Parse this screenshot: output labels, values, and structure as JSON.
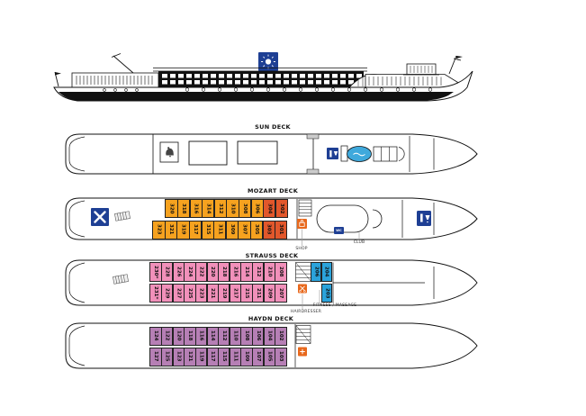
{
  "colors": {
    "standard": "#F6A21F",
    "deluxe": "#E2572B",
    "strauss_pink": "#F190BA",
    "suite_blue": "#2BA3DB",
    "haydn_purple": "#B67FB5",
    "icon_navy": "#1E3F94",
    "icon_orange": "#E8681C",
    "pool_blue": "#3FA9DC"
  },
  "decks": {
    "sun": {
      "label": "SUN DECK"
    },
    "mozart": {
      "label": "MOZART DECK",
      "shop_label": "SHOP",
      "club_label": "CLUB",
      "wc_label": "WC",
      "rows": [
        {
          "cabins": [
            {
              "n": "320",
              "c": "standard"
            },
            {
              "n": "318",
              "c": "standard"
            },
            {
              "n": "316",
              "c": "standard"
            },
            {
              "n": "314",
              "c": "standard"
            },
            {
              "n": "312",
              "c": "standard"
            },
            {
              "n": "310",
              "c": "standard"
            },
            {
              "n": "308",
              "c": "standard"
            },
            {
              "n": "306",
              "c": "standard"
            },
            {
              "n": "304",
              "c": "deluxe"
            },
            {
              "n": "302",
              "c": "deluxe"
            }
          ]
        },
        {
          "cabins": [
            {
              "n": "323",
              "c": "standard"
            },
            {
              "n": "321",
              "c": "standard"
            },
            {
              "n": "319",
              "c": "standard"
            },
            {
              "n": "317",
              "c": "standard"
            },
            {
              "n": "315",
              "c": "standard"
            },
            {
              "n": "311",
              "c": "standard"
            },
            {
              "n": "309",
              "c": "standard"
            },
            {
              "n": "307",
              "c": "standard"
            },
            {
              "n": "305",
              "c": "standard"
            },
            {
              "n": "303",
              "c": "deluxe"
            },
            {
              "n": "301",
              "c": "deluxe"
            }
          ]
        }
      ]
    },
    "strauss": {
      "label": "STRAUSS DECK",
      "hairdresser_label": "HAIRDRESSER",
      "fitness_label": "FITNESS / MASSAGE",
      "rows": [
        {
          "cabins": [
            {
              "n": "230*",
              "c": "strauss_pink"
            },
            {
              "n": "228",
              "c": "strauss_pink"
            },
            {
              "n": "226",
              "c": "strauss_pink"
            },
            {
              "n": "224",
              "c": "strauss_pink"
            },
            {
              "n": "222",
              "c": "strauss_pink"
            },
            {
              "n": "220",
              "c": "strauss_pink"
            },
            {
              "n": "218",
              "c": "strauss_pink"
            },
            {
              "n": "216",
              "c": "strauss_pink"
            },
            {
              "n": "214",
              "c": "strauss_pink"
            },
            {
              "n": "212",
              "c": "strauss_pink"
            },
            {
              "n": "210",
              "c": "strauss_pink"
            },
            {
              "n": "208",
              "c": "strauss_pink"
            }
          ]
        },
        {
          "cabins": [
            {
              "n": "231*",
              "c": "strauss_pink"
            },
            {
              "n": "229",
              "c": "strauss_pink"
            },
            {
              "n": "227",
              "c": "strauss_pink"
            },
            {
              "n": "225",
              "c": "strauss_pink"
            },
            {
              "n": "223",
              "c": "strauss_pink"
            },
            {
              "n": "221",
              "c": "strauss_pink"
            },
            {
              "n": "219",
              "c": "strauss_pink"
            },
            {
              "n": "217",
              "c": "strauss_pink"
            },
            {
              "n": "215",
              "c": "strauss_pink"
            },
            {
              "n": "211",
              "c": "strauss_pink"
            },
            {
              "n": "209",
              "c": "strauss_pink"
            },
            {
              "n": "207",
              "c": "strauss_pink"
            }
          ]
        }
      ],
      "blue_top": [
        {
          "n": "206",
          "c": "suite_blue"
        },
        {
          "n": "204",
          "c": "suite_blue"
        }
      ],
      "blue_bottom": [
        {
          "n": "203",
          "c": "suite_blue"
        }
      ]
    },
    "haydn": {
      "label": "HAYDN DECK",
      "rows": [
        {
          "cabins": [
            {
              "n": "124",
              "c": "haydn_purple"
            },
            {
              "n": "122",
              "c": "haydn_purple"
            },
            {
              "n": "120",
              "c": "haydn_purple"
            },
            {
              "n": "118",
              "c": "haydn_purple"
            },
            {
              "n": "116",
              "c": "haydn_purple"
            },
            {
              "n": "114",
              "c": "haydn_purple"
            },
            {
              "n": "112",
              "c": "haydn_purple"
            },
            {
              "n": "110",
              "c": "haydn_purple"
            },
            {
              "n": "108",
              "c": "haydn_purple"
            },
            {
              "n": "106",
              "c": "haydn_purple"
            },
            {
              "n": "104",
              "c": "haydn_purple"
            },
            {
              "n": "102",
              "c": "haydn_purple"
            }
          ]
        },
        {
          "cabins": [
            {
              "n": "127",
              "c": "haydn_purple"
            },
            {
              "n": "125",
              "c": "haydn_purple"
            },
            {
              "n": "123",
              "c": "haydn_purple"
            },
            {
              "n": "121",
              "c": "haydn_purple"
            },
            {
              "n": "119",
              "c": "haydn_purple"
            },
            {
              "n": "117",
              "c": "haydn_purple"
            },
            {
              "n": "115",
              "c": "haydn_purple"
            },
            {
              "n": "111",
              "c": "haydn_purple"
            },
            {
              "n": "109",
              "c": "haydn_purple"
            },
            {
              "n": "107",
              "c": "haydn_purple"
            },
            {
              "n": "105",
              "c": "haydn_purple"
            },
            {
              "n": "103",
              "c": "haydn_purple"
            }
          ]
        }
      ]
    }
  }
}
